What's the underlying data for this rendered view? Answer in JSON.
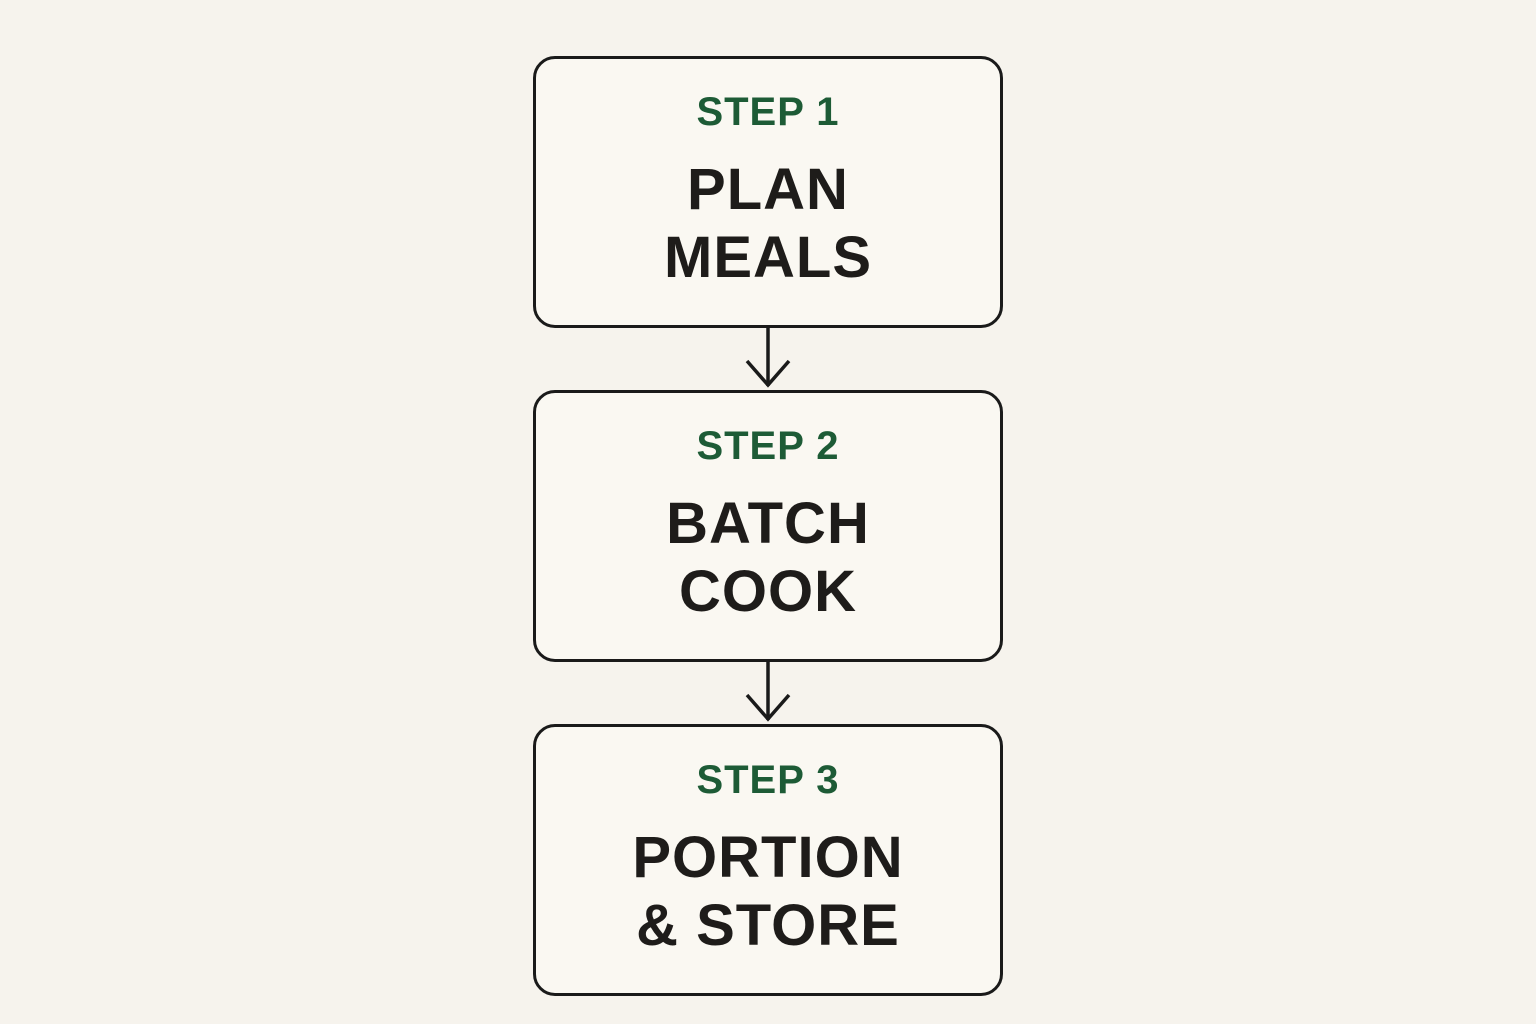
{
  "page": {
    "background_color": "#F6F3ED",
    "box_fill_color": "#FAF8F2",
    "border_color": "#1A1A1A",
    "accent_green": "#1D5B36",
    "text_color": "#1E1C1A"
  },
  "flowchart": {
    "direction": "vertical",
    "connector_icon": "down-arrow",
    "steps": [
      {
        "label": "STEP 1",
        "line1": "PLAN",
        "line2": "MEALS"
      },
      {
        "label": "STEP 2",
        "line1": "BATCH",
        "line2": "COOK"
      },
      {
        "label": "STEP 3",
        "line1": "PORTION",
        "line2": "& STORE"
      }
    ]
  }
}
